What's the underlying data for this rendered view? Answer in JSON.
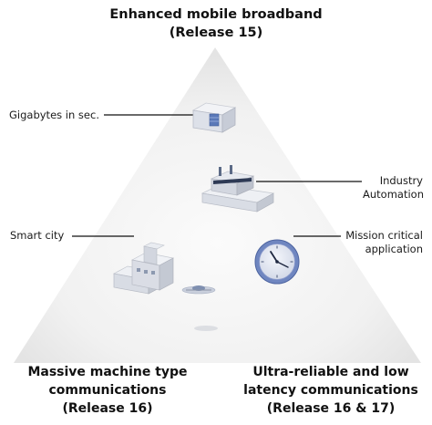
{
  "title_top": {
    "line1": "Enhanced mobile broadband",
    "line2": "(Release 15)"
  },
  "title_left": {
    "line1": "Massive machine type",
    "line2": "communications",
    "line3": "(Release 16)"
  },
  "title_right": {
    "line1": "Ultra-reliable and low",
    "line2": "latency communications",
    "line3": "(Release 16 & 17)"
  },
  "labels": {
    "gigabytes": "Gigabytes in sec.",
    "industry_line1": "Industry",
    "industry_line2": "Automation",
    "smart_city": "Smart city",
    "mission_line1": "Mission critical",
    "mission_line2": "application"
  },
  "colors": {
    "triangle_fill": "#e9e9e9",
    "leader_line": "#111111",
    "clock_face": "#6f86c0",
    "building": "#dcdfe6"
  }
}
